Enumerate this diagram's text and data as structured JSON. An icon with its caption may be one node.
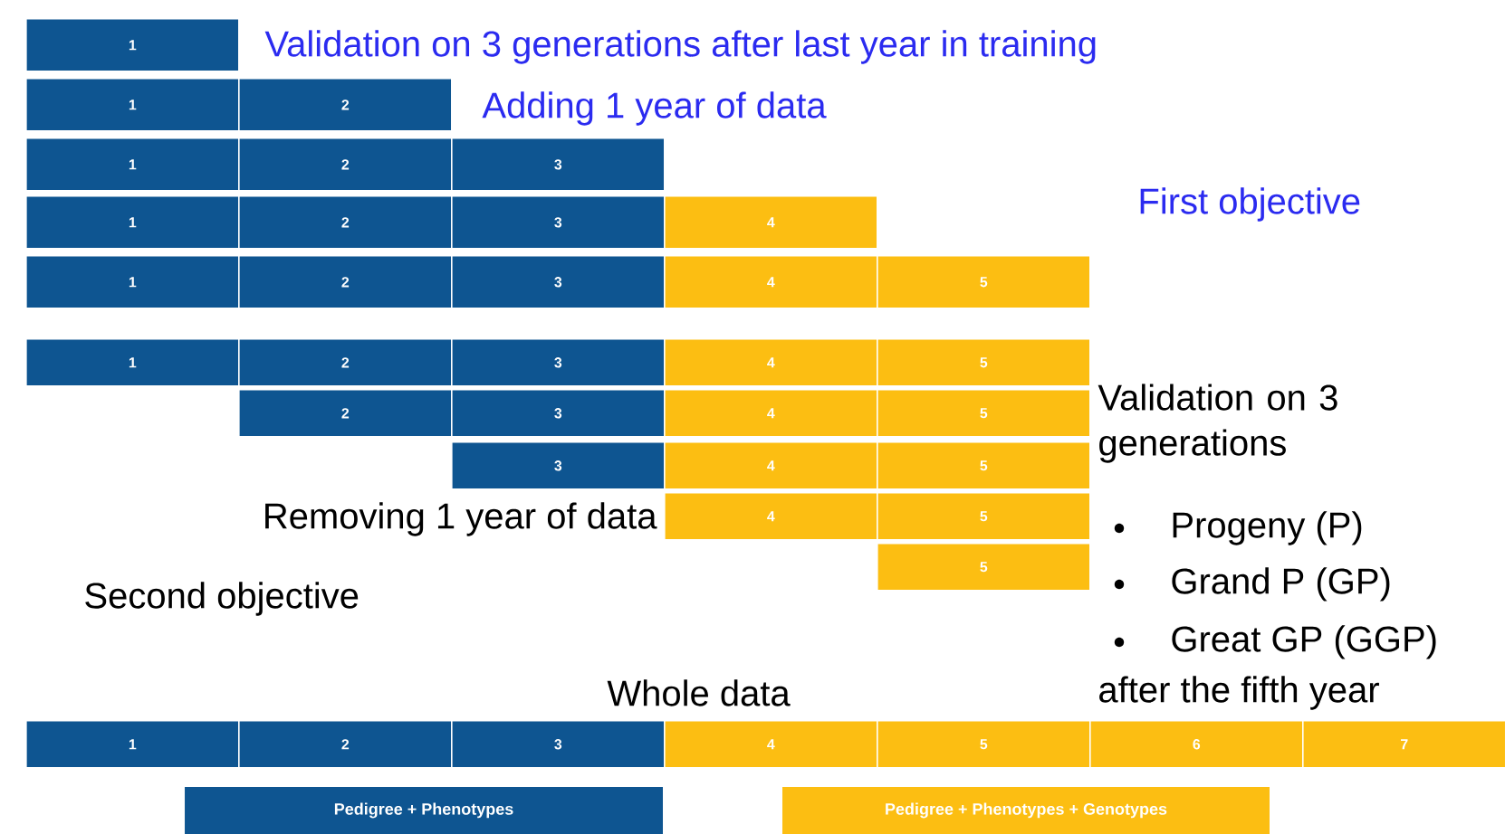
{
  "diagram": {
    "nodes": [
      {
        "text": [
          "1"
        ]
      },
      {
        "text": [
          "1"
        ]
      },
      {
        "text": [
          "2"
        ]
      },
      {
        "text": [
          "1"
        ]
      },
      {
        "text": [
          "2"
        ]
      },
      {
        "text": [
          "3"
        ]
      },
      {
        "text": [
          "1"
        ]
      },
      {
        "text": [
          "2"
        ]
      },
      {
        "text": [
          "3"
        ]
      },
      {
        "text": [
          "4"
        ]
      },
      {
        "text": [
          "1"
        ]
      },
      {
        "text": [
          "2"
        ]
      },
      {
        "text": [
          "3"
        ]
      },
      {
        "text": [
          "4"
        ]
      },
      {
        "text": [
          "5"
        ]
      },
      {
        "text": [
          "1"
        ]
      },
      {
        "text": [
          "2"
        ]
      },
      {
        "text": [
          "3"
        ]
      },
      {
        "text": [
          "4"
        ]
      },
      {
        "text": [
          "5"
        ]
      },
      {
        "text": [
          "2"
        ]
      },
      {
        "text": [
          "3"
        ]
      },
      {
        "text": [
          "4"
        ]
      },
      {
        "text": [
          "5"
        ]
      },
      {
        "text": [
          "3"
        ]
      },
      {
        "text": [
          "4"
        ]
      },
      {
        "text": [
          "5"
        ]
      },
      {
        "text": [
          "4"
        ]
      },
      {
        "text": [
          "5"
        ]
      },
      {
        "text": [
          "5"
        ]
      },
      {
        "text": [
          "1"
        ]
      },
      {
        "text": [
          "2"
        ]
      },
      {
        "text": [
          "3"
        ]
      },
      {
        "text": [
          "4"
        ]
      },
      {
        "text": [
          "5"
        ]
      },
      {
        "text": [
          "6"
        ]
      },
      {
        "text": [
          "7"
        ]
      }
    ],
    "labels": [
      "Validation on 3 generations after last year in training",
      "Adding 1 year of data",
      "First objective",
      "Validation on 3 generations",
      "Progeny (P)",
      "Grand P (GP)",
      "Great GP (GGP)",
      "after the fifth year",
      "Removing 1 year of data",
      "Second objective",
      "Whole data"
    ],
    "legend": [
      {
        "text": "Pedigree + Phenotypes",
        "color": "#0e5591"
      },
      {
        "text": "Pedigree + Phenotypes + Genotypes",
        "color": "#fcbe12"
      }
    ]
  }
}
